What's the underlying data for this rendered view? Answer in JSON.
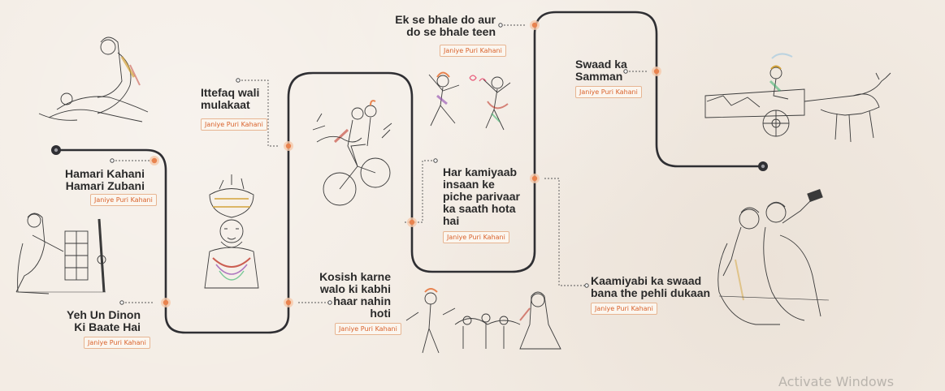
{
  "milestones": [
    {
      "id": "hamari-kahani",
      "lines": [
        "Hamari Kahani",
        "Hamari Zubani"
      ],
      "badge": "Janiye Puri Kahani"
    },
    {
      "id": "yeh-un-dinon",
      "lines": [
        "Yeh Un Dinon",
        "Ki Baate Hai"
      ],
      "badge": "Janiye Puri Kahani"
    },
    {
      "id": "ittefaq",
      "lines": [
        "Ittefaq wali",
        "mulakaat"
      ],
      "badge": "Janiye Puri Kahani"
    },
    {
      "id": "kosish",
      "lines": [
        "Kosish karne",
        "walo ki kabhi",
        "haar nahin",
        "hoti"
      ],
      "badge": "Janiye Puri Kahani"
    },
    {
      "id": "ek-se-bhale",
      "lines": [
        "Ek se bhale do aur",
        "do se bhale teen"
      ],
      "badge": "Janiye Puri Kahani"
    },
    {
      "id": "har-kamiyaab",
      "lines": [
        "Har kamiyaab",
        "insaan ke",
        "piche parivaar",
        "ka saath hota",
        "hai"
      ],
      "badge": "Janiye Puri Kahani"
    },
    {
      "id": "swaad",
      "lines": [
        "Swaad ka",
        "Samman"
      ],
      "badge": "Janiye Puri Kahani"
    },
    {
      "id": "kaamiyabi",
      "lines": [
        "Kaamiyabi ka swaad",
        "bana the pehli dukaan"
      ],
      "badge": "Janiye Puri Kahani"
    }
  ],
  "illustrations": [
    "mother-and-child-sketch",
    "woman-at-spinning-loom-sketch",
    "turbaned-man-with-garland-sketch",
    "couple-on-bicycle-sketch",
    "bhangra-dancers-sketch",
    "villagers-group-sketch",
    "man-on-bullock-cart-sketch",
    "couple-taking-selfie-sketch"
  ],
  "colors": {
    "background": "#f3ece4",
    "path": "#2f2f33",
    "accent": "#e8834f",
    "badge_text": "#d9622b",
    "label_text": "#2a2a2a"
  },
  "watermark": "Activate Windows"
}
